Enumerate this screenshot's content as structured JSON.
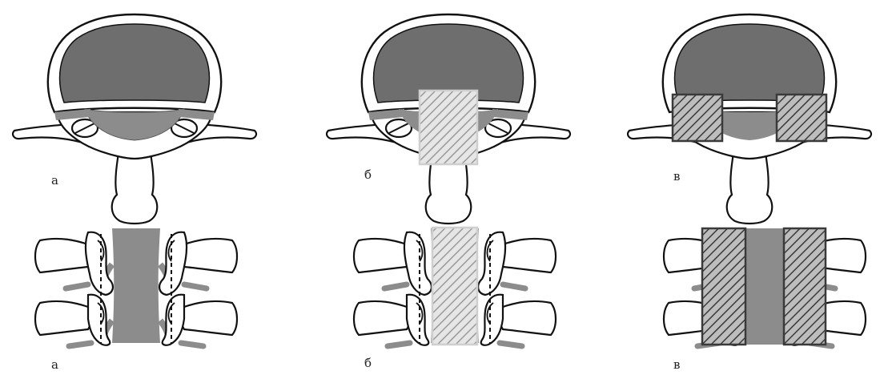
{
  "panels": {
    "top": [
      {
        "label": "а"
      },
      {
        "label": "б"
      },
      {
        "label": "в"
      }
    ],
    "bottom": [
      {
        "label": "а"
      },
      {
        "label": "б"
      },
      {
        "label": "в"
      }
    ]
  },
  "colors": {
    "background": "#ffffff",
    "outline": "#111111",
    "vertebral_body": "#6e6e6e",
    "canal_fill": "#8c8c8c",
    "hatch_light": "#d4d4d4",
    "hatch_dark": "#3a3a3a"
  }
}
